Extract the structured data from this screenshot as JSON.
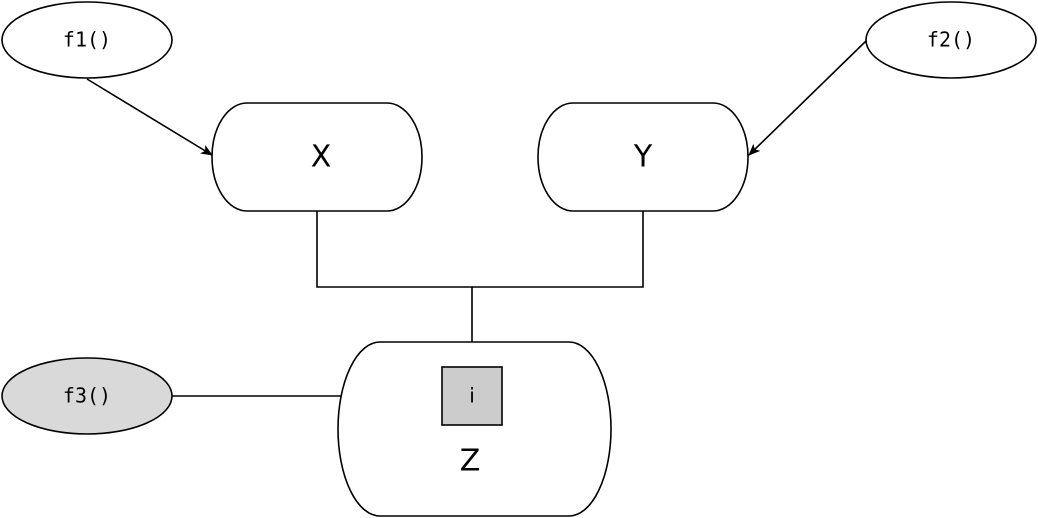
{
  "functions": {
    "f1": {
      "label": "f1()",
      "fill": "#ffffff"
    },
    "f2": {
      "label": "f2()",
      "fill": "#ffffff"
    },
    "f3": {
      "label": "f3()",
      "fill": "#d9d9d9"
    }
  },
  "containers": {
    "x": {
      "label": "X"
    },
    "y": {
      "label": "Y"
    },
    "z": {
      "label": "Z"
    }
  },
  "element": {
    "label": "i",
    "fill": "#cccccc"
  },
  "colors": {
    "stroke": "#000000",
    "background": "#ffffff"
  }
}
